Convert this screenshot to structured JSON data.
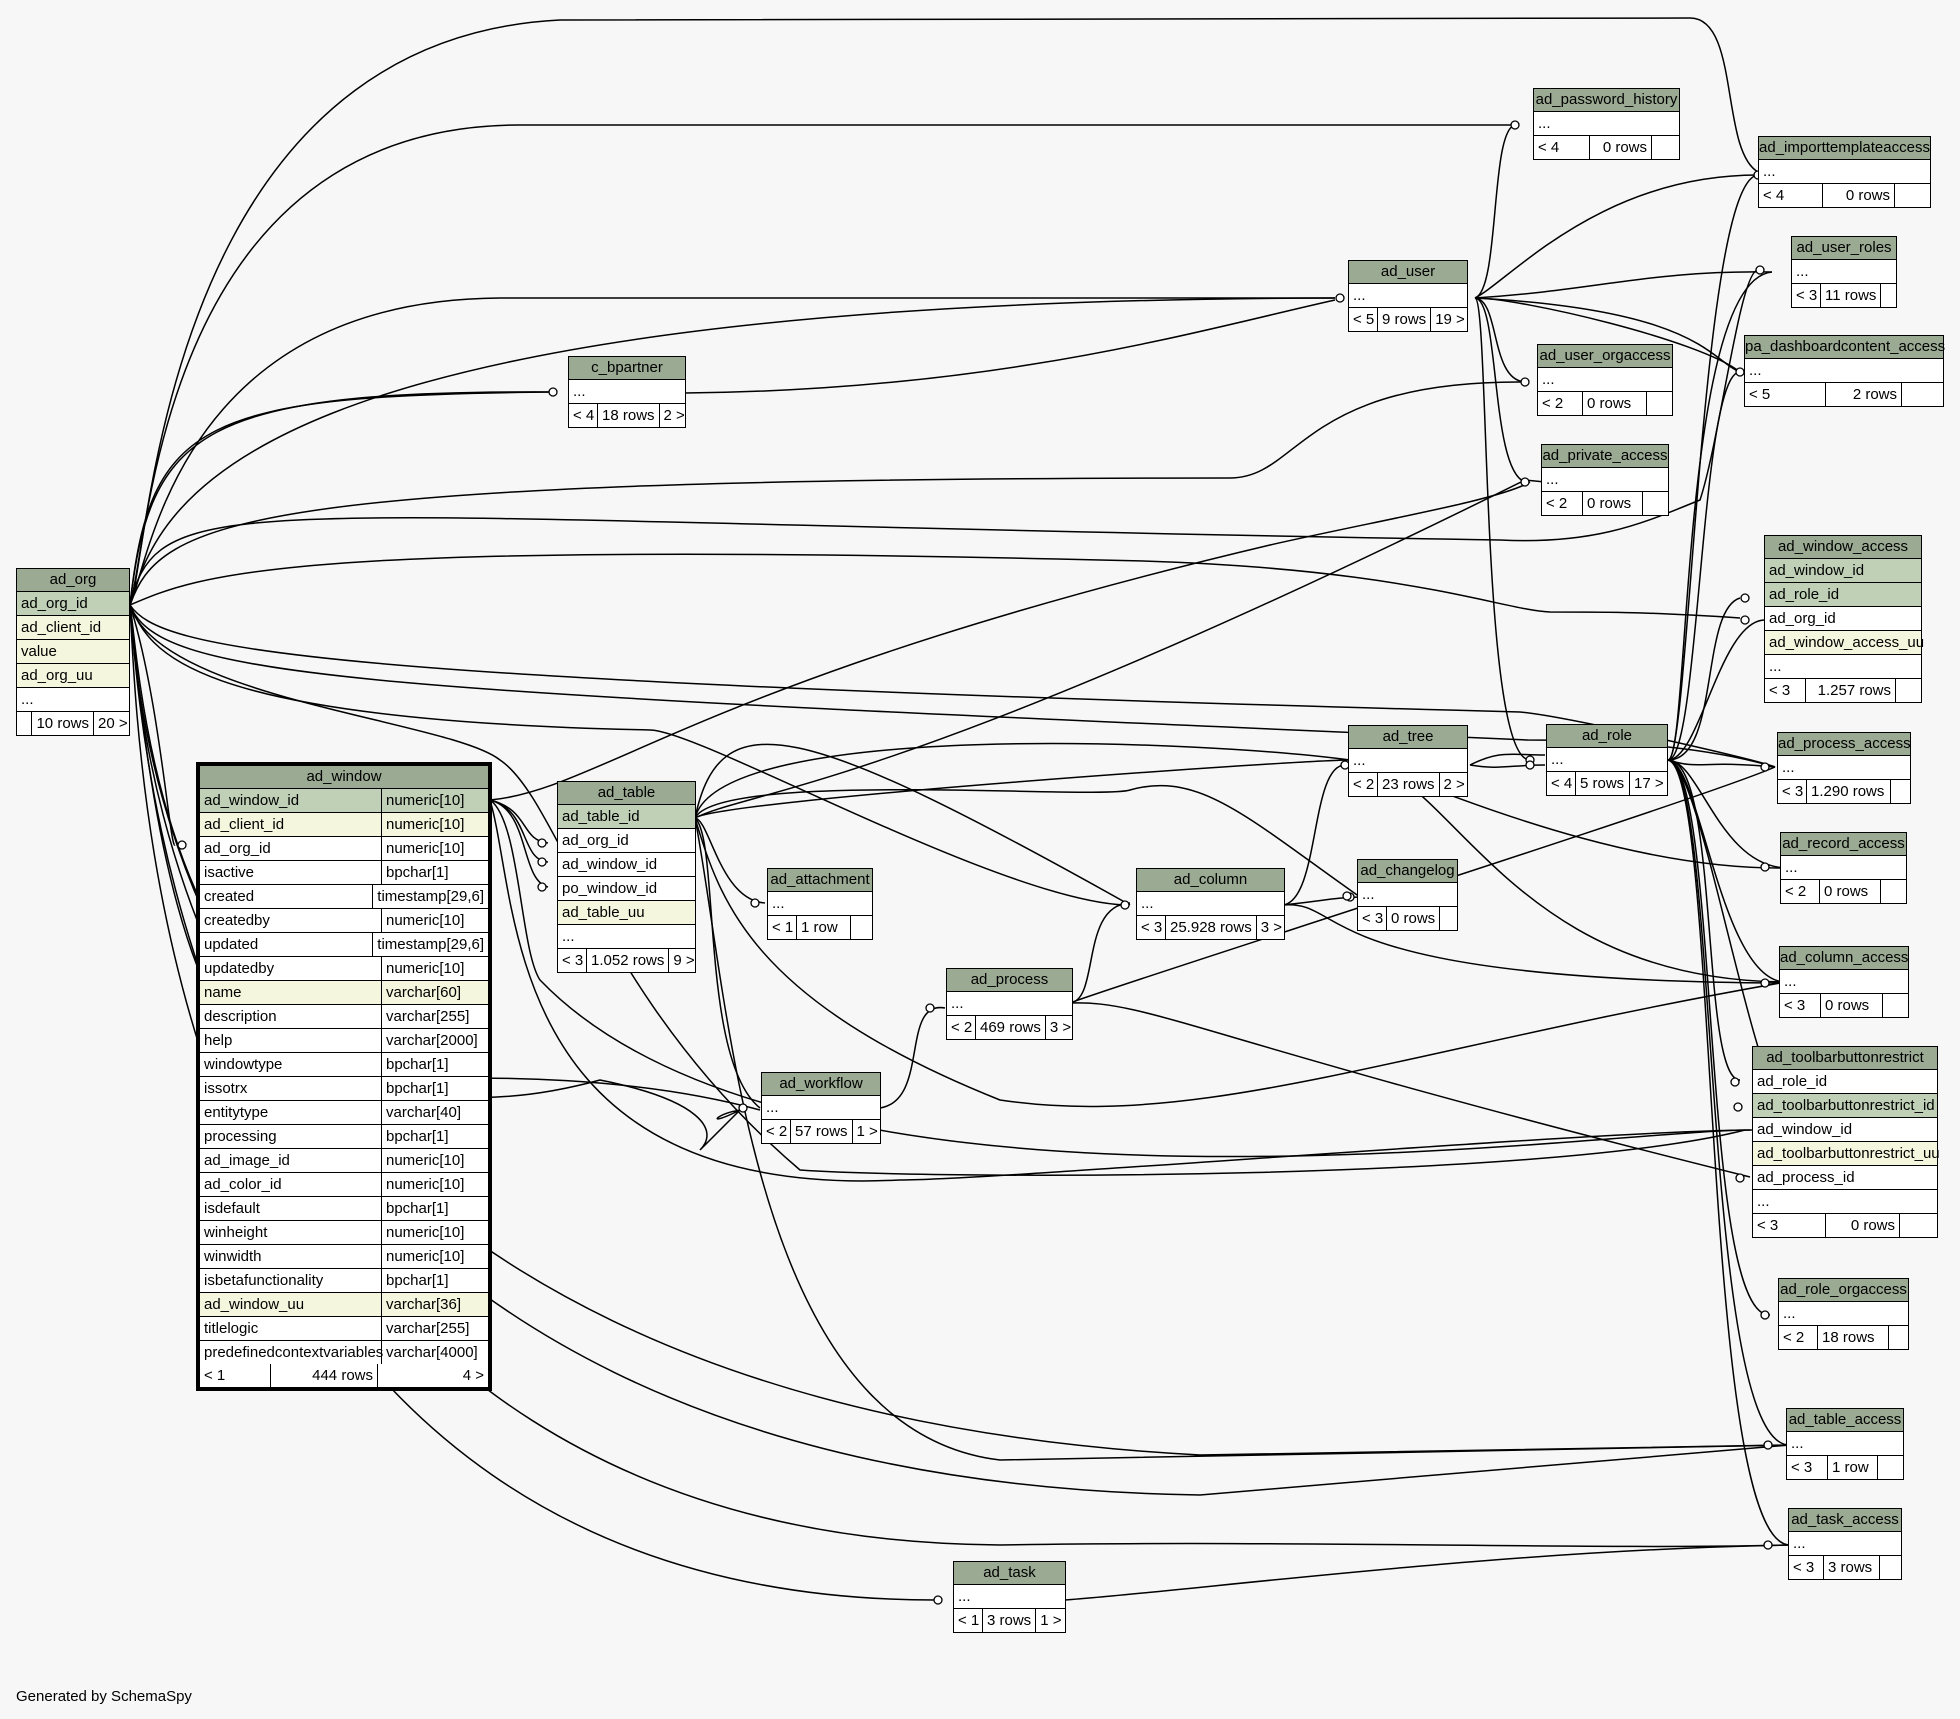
{
  "footer": "Generated by SchemaSpy",
  "colors": {
    "background": "#f7f7f7",
    "header": "#9baa93",
    "primary_key": "#bfd0b6",
    "unique": "#f4f7dd"
  },
  "tables": {
    "ad_org": {
      "name": "ad_org",
      "columns": [
        "ad_org_id",
        "ad_client_id",
        "value",
        "ad_org_uu",
        "..."
      ],
      "parents": "",
      "rows": "10 rows",
      "children": "20 >"
    },
    "ad_window": {
      "name": "ad_window",
      "columns": [
        [
          "ad_window_id",
          "numeric[10]"
        ],
        [
          "ad_client_id",
          "numeric[10]"
        ],
        [
          "ad_org_id",
          "numeric[10]"
        ],
        [
          "isactive",
          "bpchar[1]"
        ],
        [
          "created",
          "timestamp[29,6]"
        ],
        [
          "createdby",
          "numeric[10]"
        ],
        [
          "updated",
          "timestamp[29,6]"
        ],
        [
          "updatedby",
          "numeric[10]"
        ],
        [
          "name",
          "varchar[60]"
        ],
        [
          "description",
          "varchar[255]"
        ],
        [
          "help",
          "varchar[2000]"
        ],
        [
          "windowtype",
          "bpchar[1]"
        ],
        [
          "issotrx",
          "bpchar[1]"
        ],
        [
          "entitytype",
          "varchar[40]"
        ],
        [
          "processing",
          "bpchar[1]"
        ],
        [
          "ad_image_id",
          "numeric[10]"
        ],
        [
          "ad_color_id",
          "numeric[10]"
        ],
        [
          "isdefault",
          "bpchar[1]"
        ],
        [
          "winheight",
          "numeric[10]"
        ],
        [
          "winwidth",
          "numeric[10]"
        ],
        [
          "isbetafunctionality",
          "bpchar[1]"
        ],
        [
          "ad_window_uu",
          "varchar[36]"
        ],
        [
          "titlelogic",
          "varchar[255]"
        ],
        [
          "predefinedcontextvariables",
          "varchar[4000]"
        ]
      ],
      "parents": "< 1",
      "rows": "444 rows",
      "children": "4 >"
    },
    "c_bpartner": {
      "name": "c_bpartner",
      "parents": "< 4",
      "rows": "18 rows",
      "children": "2 >"
    },
    "ad_table": {
      "name": "ad_table",
      "columns": [
        "ad_table_id",
        "ad_org_id",
        "ad_window_id",
        "po_window_id",
        "ad_table_uu",
        "..."
      ],
      "parents": "< 3",
      "rows": "1.052 rows",
      "children": "9 >"
    },
    "ad_attachment": {
      "name": "ad_attachment",
      "parents": "< 1",
      "rows": "1 row",
      "children": ""
    },
    "ad_workflow": {
      "name": "ad_workflow",
      "parents": "< 2",
      "rows": "57 rows",
      "children": "1 >"
    },
    "ad_process": {
      "name": "ad_process",
      "parents": "< 2",
      "rows": "469 rows",
      "children": "3 >"
    },
    "ad_column": {
      "name": "ad_column",
      "parents": "< 3",
      "rows": "25.928 rows",
      "children": "3 >"
    },
    "ad_task": {
      "name": "ad_task",
      "parents": "< 1",
      "rows": "3 rows",
      "children": "1 >"
    },
    "ad_user": {
      "name": "ad_user",
      "parents": "< 5",
      "rows": "9 rows",
      "children": "19 >"
    },
    "ad_tree": {
      "name": "ad_tree",
      "parents": "< 2",
      "rows": "23 rows",
      "children": "2 >"
    },
    "ad_changelog": {
      "name": "ad_changelog",
      "parents": "< 3",
      "rows": "0 rows",
      "children": ""
    },
    "ad_password_history": {
      "name": "ad_password_history",
      "parents": "< 4",
      "rows": "0 rows",
      "children": ""
    },
    "ad_user_orgaccess": {
      "name": "ad_user_orgaccess",
      "parents": "< 2",
      "rows": "0 rows",
      "children": ""
    },
    "ad_private_access": {
      "name": "ad_private_access",
      "parents": "< 2",
      "rows": "0 rows",
      "children": ""
    },
    "ad_role": {
      "name": "ad_role",
      "parents": "< 4",
      "rows": "5 rows",
      "children": "17 >"
    },
    "ad_importtemplateaccess": {
      "name": "ad_importtemplateaccess",
      "parents": "< 4",
      "rows": "0 rows",
      "children": ""
    },
    "ad_user_roles": {
      "name": "ad_user_roles",
      "parents": "< 3",
      "rows": "11 rows",
      "children": ""
    },
    "pa_dashboardcontent_access": {
      "name": "pa_dashboardcontent_access",
      "parents": "< 5",
      "rows": "2 rows",
      "children": ""
    },
    "ad_window_access": {
      "name": "ad_window_access",
      "columns": [
        "ad_window_id",
        "ad_role_id",
        "ad_org_id",
        "ad_window_access_uu",
        "..."
      ],
      "parents": "< 3",
      "rows": "1.257 rows",
      "children": ""
    },
    "ad_process_access": {
      "name": "ad_process_access",
      "parents": "< 3",
      "rows": "1.290 rows",
      "children": ""
    },
    "ad_record_access": {
      "name": "ad_record_access",
      "parents": "< 2",
      "rows": "0 rows",
      "children": ""
    },
    "ad_column_access": {
      "name": "ad_column_access",
      "parents": "< 3",
      "rows": "0 rows",
      "children": ""
    },
    "ad_toolbarbuttonrestrict": {
      "name": "ad_toolbarbuttonrestrict",
      "columns": [
        "ad_role_id",
        "ad_toolbarbuttonrestrict_id",
        "ad_window_id",
        "ad_toolbarbuttonrestrict_uu",
        "ad_process_id",
        "..."
      ],
      "parents": "< 3",
      "rows": "0 rows",
      "children": ""
    },
    "ad_role_orgaccess": {
      "name": "ad_role_orgaccess",
      "parents": "< 2",
      "rows": "18 rows",
      "children": ""
    },
    "ad_table_access": {
      "name": "ad_table_access",
      "parents": "< 3",
      "rows": "1 row",
      "children": ""
    },
    "ad_task_access": {
      "name": "ad_task_access",
      "parents": "< 3",
      "rows": "3 rows",
      "children": ""
    }
  },
  "ellipsis": "..."
}
